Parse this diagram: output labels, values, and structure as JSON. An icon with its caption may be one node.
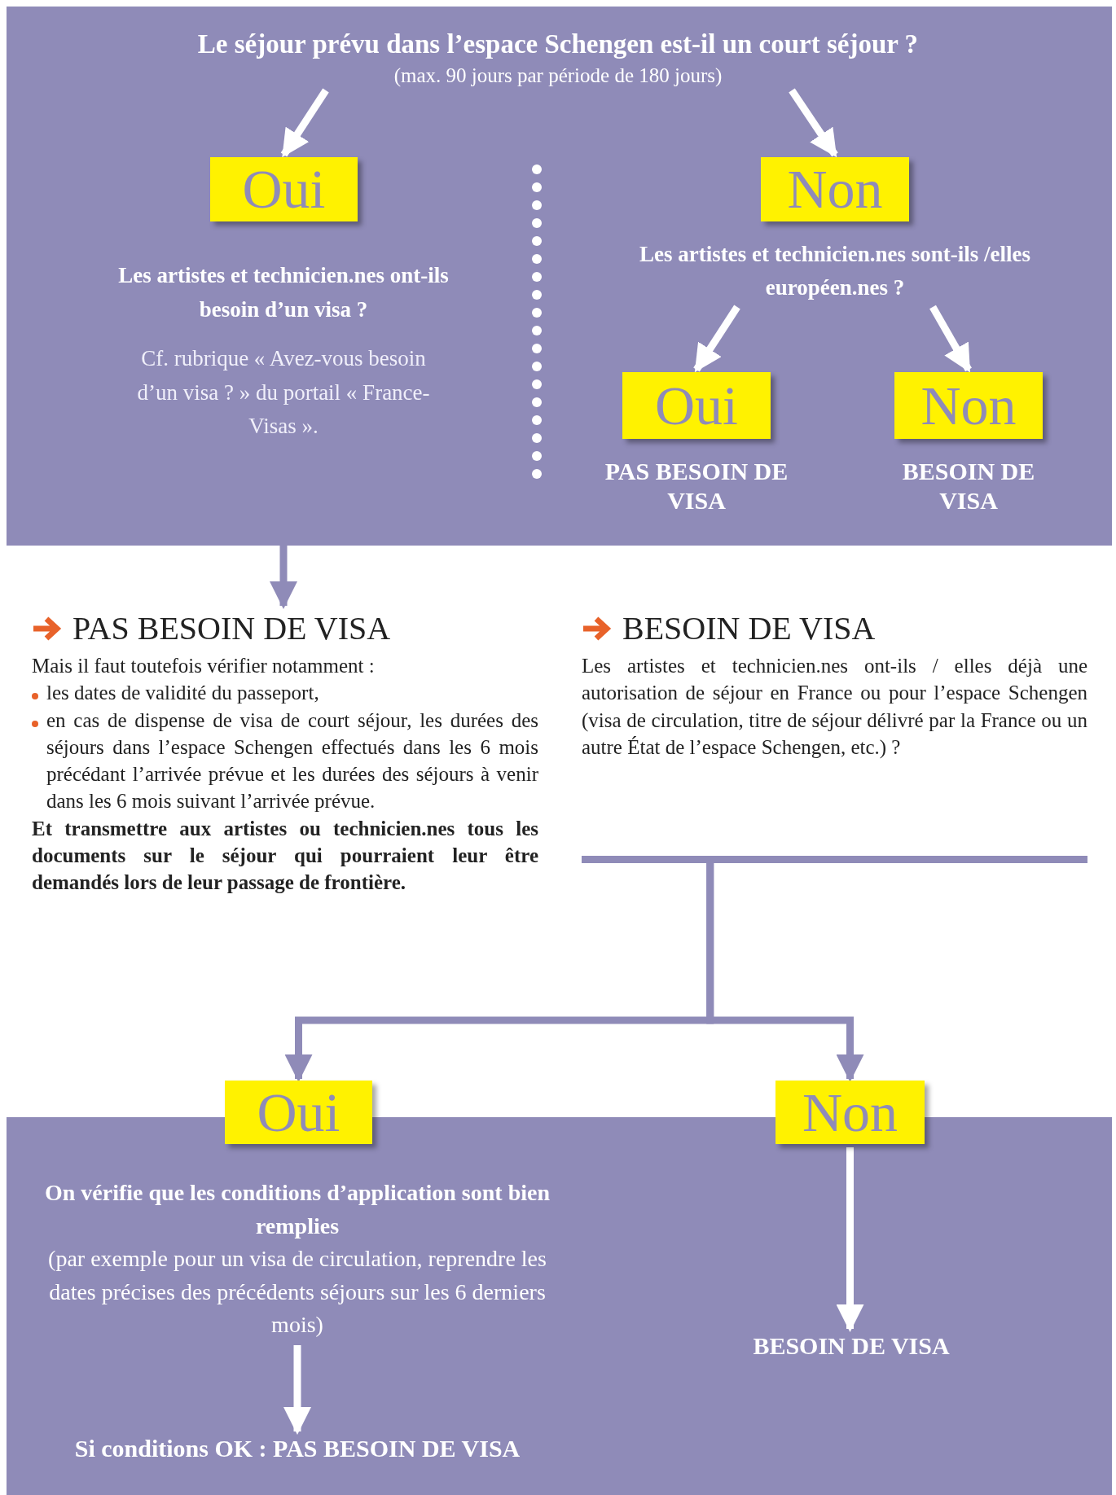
{
  "diagram": {
    "nodes": [
      {
        "text": [
          "Le séjour prévu dans l’espace Schengen est-il un court séjour ?",
          "(max. 90 jours par période de 180 jours)"
        ]
      },
      {
        "text": [
          "Oui"
        ]
      },
      {
        "text": [
          "Non"
        ]
      },
      {
        "text": [
          "Les artistes et technicien.nes ont-ils besoin d’un visa ?",
          "Cf. rubrique « Avez-vous besoin d’un visa ? » du portail « France-Visas »."
        ]
      },
      {
        "text": [
          "Les artistes et technicien.nes sont-ils /elles européen.nes ?"
        ]
      },
      {
        "text": [
          "Oui"
        ],
        "beside": [
          "PAS BESOIN DE VISA"
        ]
      },
      {
        "text": [
          "Non"
        ],
        "beside": [
          "BESOIN DE VISA"
        ]
      },
      {
        "text": [
          "PAS BESOIN DE VISA",
          "Mais il faut toutefois vérifier notamment :",
          "les dates de validité du passeport,",
          "en cas de dispense de visa de court séjour, les durées des séjours dans l’espace Schengen effectués dans les 6 mois précédant l’arrivée prévue et les durées des séjours à venir dans les 6 mois suivant l’arrivée prévue.",
          "Et transmettre aux artistes ou technicien.nes tous les documents sur le séjour qui pourraient leur être demandés lors de leur passage de frontière."
        ]
      },
      {
        "text": [
          "BESOIN DE VISA",
          "Les artistes et technicien.nes ont-ils / elles déjà une autorisation de séjour en France ou pour l’espace Schengen (visa de circulation, titre de séjour délivré par la France ou un autre État de l’espace Schengen, etc.) ?"
        ]
      },
      {
        "text": [
          "Oui"
        ]
      },
      {
        "text": [
          "Non"
        ]
      },
      {
        "text": [
          "On vérifie que les conditions d’application sont bien remplies",
          "(par exemple pour un visa de circulation, reprendre les dates précises des précédents séjours sur les 6 derniers mois)"
        ]
      },
      {
        "text": [
          "Si conditions OK : PAS BESOIN DE VISA"
        ]
      },
      {
        "text": [
          "BESOIN DE VISA"
        ]
      }
    ],
    "edges": [
      {
        "from": 0,
        "to": 1,
        "arrow": "to"
      },
      {
        "from": 0,
        "to": 2,
        "arrow": "to"
      },
      {
        "from": 4,
        "to": 5,
        "arrow": "to"
      },
      {
        "from": 4,
        "to": 6,
        "arrow": "to"
      },
      {
        "from": 3,
        "to": 7,
        "arrow": "to",
        "color": "#8f8bb8"
      },
      {
        "from": 8,
        "to": 9,
        "arrow": "to",
        "color": "#8f8bb8"
      },
      {
        "from": 8,
        "to": 10,
        "arrow": "to",
        "color": "#8f8bb8"
      },
      {
        "from": 11,
        "to": 12,
        "arrow": "to"
      },
      {
        "from": 10,
        "to": 13,
        "arrow": "to"
      }
    ]
  }
}
